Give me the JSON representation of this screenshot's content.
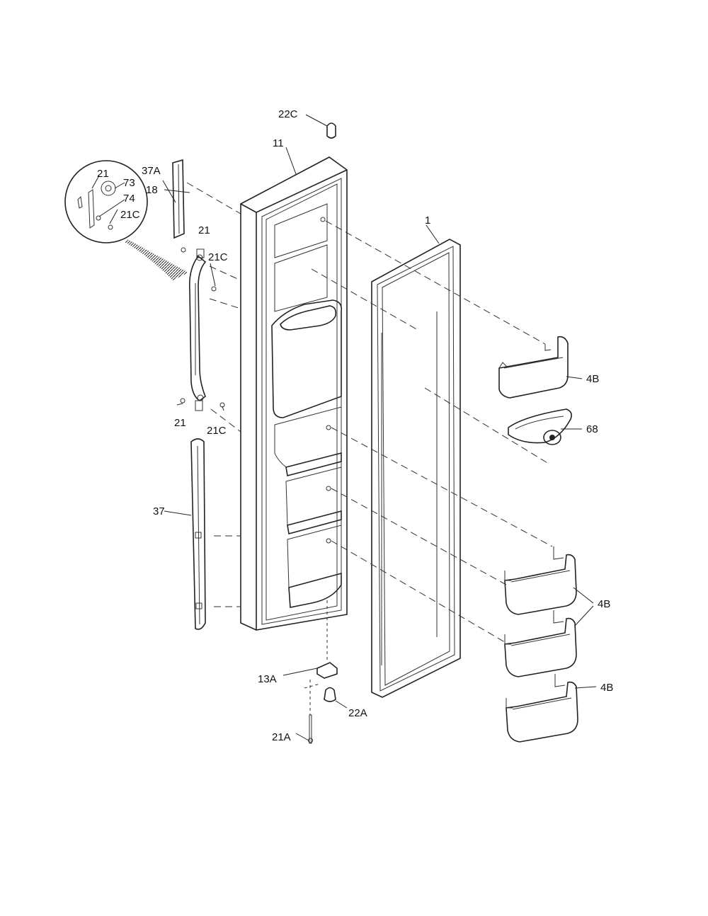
{
  "callouts": {
    "c22C": "22C",
    "c11": "11",
    "c21_detail": "21",
    "c73": "73",
    "c74": "74",
    "c21C_detail": "21C",
    "c37A": "37A",
    "c21_upper": "21",
    "c21C_upper": "21C",
    "c1": "1",
    "c18": "18",
    "c4B_top": "4B",
    "c68": "68",
    "c21_lower": "21",
    "c21C_lower": "21C",
    "c37": "37",
    "c4B_mid": "4B",
    "c13A": "13A",
    "c22A": "22A",
    "c4B_bottom": "4B",
    "c21A": "21A"
  },
  "colors": {
    "line": "#222222",
    "background": "#ffffff"
  }
}
